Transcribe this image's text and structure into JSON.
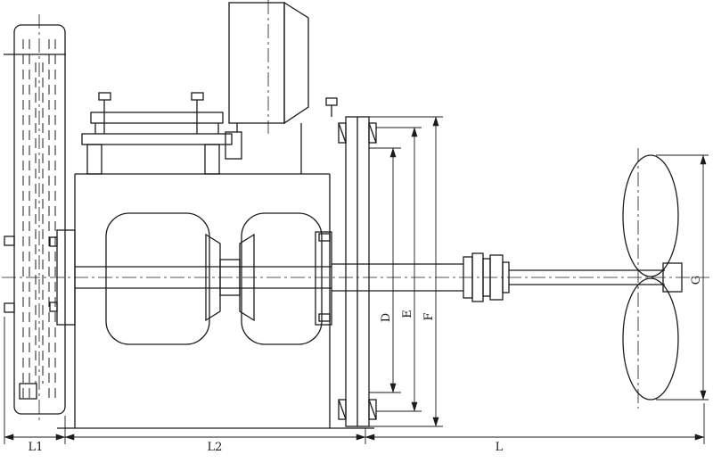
{
  "drawing": {
    "background_color": "#ffffff",
    "line_color": "#1b1b1b"
  },
  "dimension_labels": {
    "bottom": [
      {
        "id": "L1",
        "label": "L1"
      },
      {
        "id": "L2",
        "label": "L2"
      },
      {
        "id": "L",
        "label": "L"
      }
    ],
    "flange_vertical": [
      {
        "id": "D",
        "label": "D"
      },
      {
        "id": "E",
        "label": "E"
      },
      {
        "id": "F",
        "label": "F"
      }
    ],
    "propeller_vertical": [
      {
        "id": "G",
        "label": "G"
      }
    ]
  }
}
